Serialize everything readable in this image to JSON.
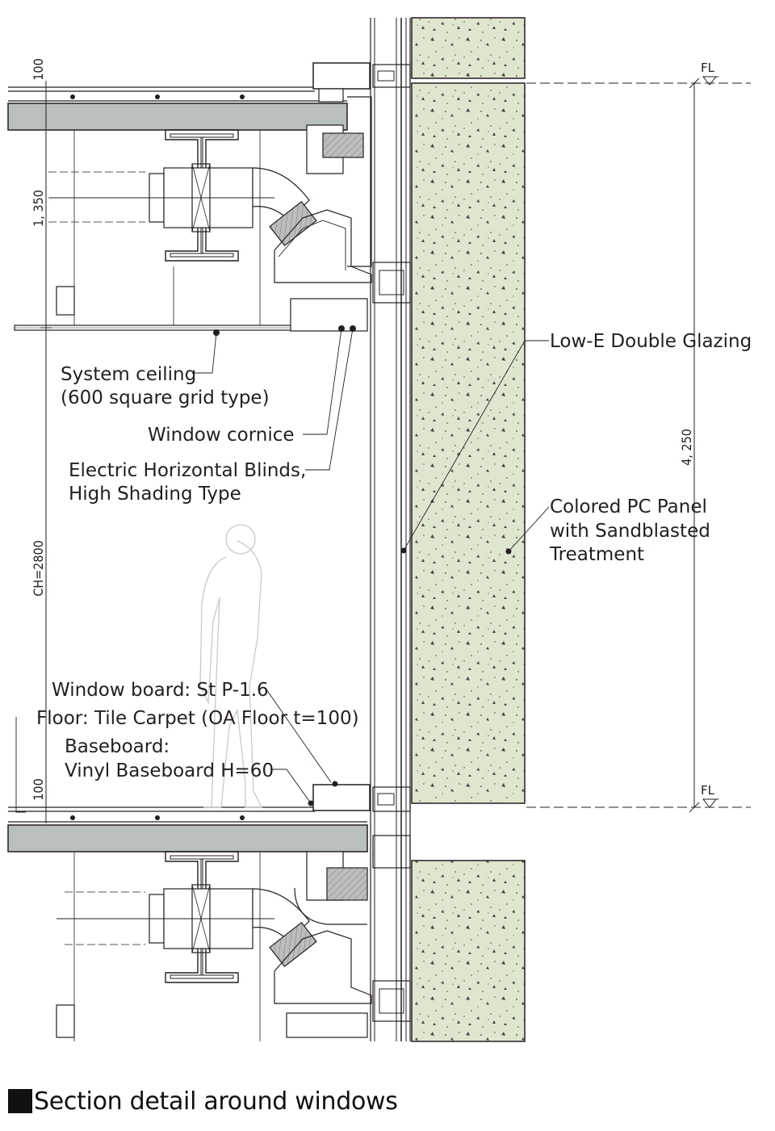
{
  "labels": {
    "low_e_glazing": "Low-E Double Glazing",
    "system_ceiling_1": "System ceiling",
    "system_ceiling_2": "(600 square grid type)",
    "window_cornice": "Window cornice",
    "blinds_1": "Electric Horizontal Blinds,",
    "blinds_2": "High Shading Type",
    "pc_panel_1": "Colored PC Panel",
    "pc_panel_2": "with Sandblasted",
    "pc_panel_3": "Treatment",
    "window_board": "Window board: St P-1.6",
    "floor": "Floor: Tile Carpet (OA Floor t=100)",
    "baseboard_1": "Baseboard:",
    "baseboard_2": "Vinyl Baseboard H=60"
  },
  "dimensions": {
    "top_100": "100",
    "ceiling_void": "1, 350",
    "ceiling_height": "CH=2800",
    "bottom_100": "100",
    "floor_to_floor": "4, 250"
  },
  "level_marks": {
    "top": "FL",
    "bottom": "FL"
  },
  "caption": "Section detail around windows",
  "colors": {
    "line": "#231f20",
    "slab": "#b9bebe",
    "panel": "#dfe6cf",
    "insulation": "#c9c9c9",
    "figure": "#c8c8c8"
  }
}
